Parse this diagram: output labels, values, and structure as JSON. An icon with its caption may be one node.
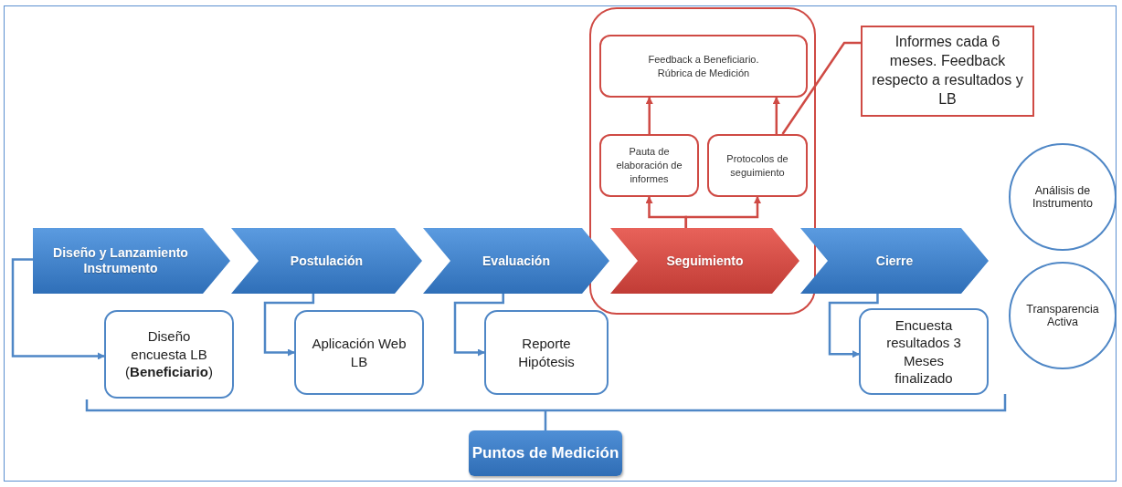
{
  "diagram": {
    "nodes": [
      {
        "text": [
          "Diseño y Lanzamiento Instrumento"
        ]
      },
      {
        "text": [
          "Postulación"
        ]
      },
      {
        "text": [
          "Evaluación"
        ]
      },
      {
        "text": [],
        "shape": "box"
      },
      {
        "text": [
          "Feedback a Beneficiario. Rúbrica de Medición"
        ],
        "in": 3
      },
      {
        "text": [
          "Pauta de elaboración de informes"
        ],
        "in": 3
      },
      {
        "text": [
          "Protocolos de seguimiento"
        ],
        "in": 3
      },
      {
        "text": [
          "Seguimiento"
        ],
        "in": 3
      },
      {
        "text": [
          "Cierre"
        ]
      },
      {
        "text": [
          "Informes cada 6 meses. Feedback respecto a resultados y LB"
        ]
      },
      {
        "text": [
          "Análisis de Instrumento"
        ]
      },
      {
        "text": [
          "Transparencia Activa"
        ]
      },
      {
        "text": [
          "Diseño encuesta LB (**Beneficiario**)"
        ]
      },
      {
        "text": [
          "Aplicación Web LB"
        ]
      },
      {
        "text": [
          "Reporte Hipótesis"
        ]
      },
      {
        "text": [
          "Encuesta resultados 3 Meses finalizado"
        ]
      },
      {
        "text": [
          "Puntos de Medición"
        ]
      }
    ],
    "edges": [
      {
        "from": 0,
        "to": 12,
        "arrow": "to",
        "color": "#4f87c6"
      },
      {
        "from": 1,
        "to": 13,
        "arrow": "to",
        "color": "#4f87c6"
      },
      {
        "from": 2,
        "to": 14,
        "arrow": "to",
        "color": "#4f87c6"
      },
      {
        "from": 8,
        "to": 15,
        "arrow": "to",
        "color": "#4f87c6"
      },
      {
        "from": 7,
        "to": 5,
        "arrow": "to"
      },
      {
        "from": 7,
        "to": 6,
        "arrow": "to"
      },
      {
        "from": 5,
        "to": 4,
        "arrow": "to"
      },
      {
        "from": 6,
        "to": 4,
        "arrow": "to"
      },
      {
        "from": 9,
        "to": 6,
        "arrow": "none"
      }
    ]
  }
}
